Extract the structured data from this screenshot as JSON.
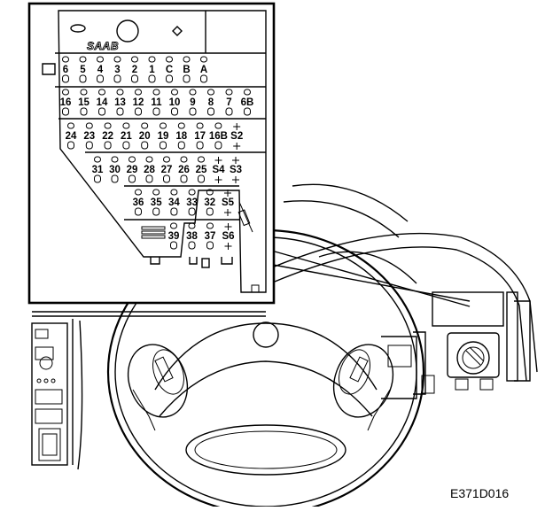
{
  "diagram": {
    "logo_text": "SAAB",
    "code": "E371D016",
    "rows": [
      [
        "6",
        "5",
        "4",
        "3",
        "2",
        "1",
        "C",
        "B",
        "A"
      ],
      [
        "16",
        "15",
        "14",
        "13",
        "12",
        "11",
        "10",
        "9",
        "8",
        "7",
        "6B"
      ],
      [
        "24",
        "23",
        "22",
        "21",
        "20",
        "19",
        "18",
        "17",
        "16B",
        "S2"
      ],
      [
        "31",
        "30",
        "29",
        "28",
        "27",
        "26",
        "25",
        "S4",
        "S3"
      ],
      [
        "36",
        "35",
        "34",
        "33",
        "32",
        "S5"
      ],
      [
        "39",
        "38",
        "37",
        "S6"
      ]
    ]
  }
}
